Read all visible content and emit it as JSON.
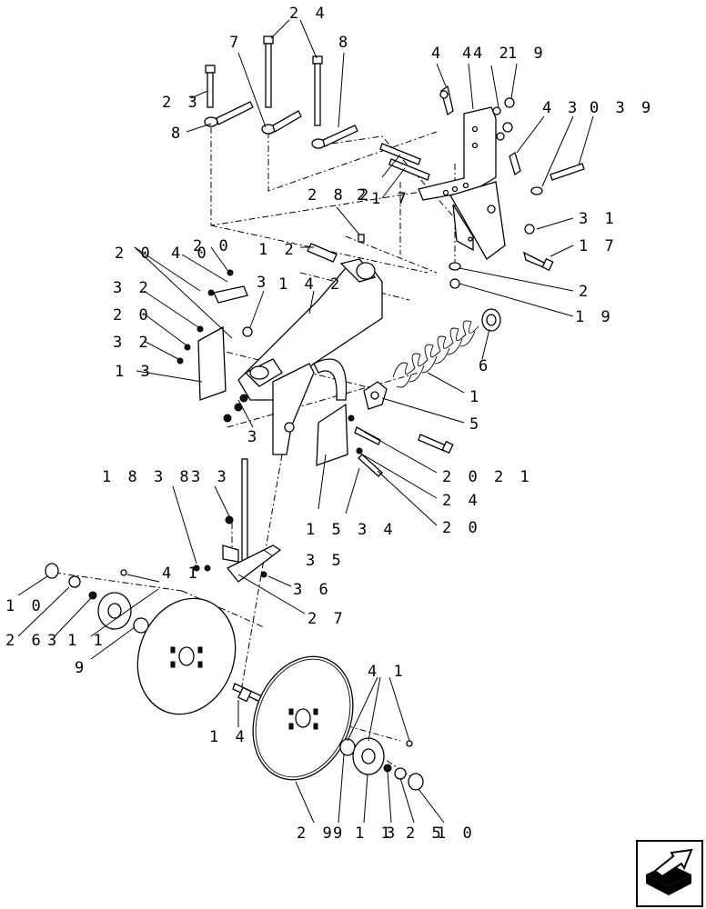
{
  "diagram": {
    "callouts": [
      {
        "id": "c-24-top",
        "text": "2 4"
      },
      {
        "id": "c-7",
        "text": "7"
      },
      {
        "id": "c-8-top",
        "text": "8"
      },
      {
        "id": "c-23",
        "text": "2 3"
      },
      {
        "id": "c-8-left",
        "text": "8"
      },
      {
        "id": "c-4-a",
        "text": "4"
      },
      {
        "id": "c-4-b",
        "text": "4"
      },
      {
        "id": "c-42",
        "text": "4 2"
      },
      {
        "id": "c-19-top",
        "text": "1 9"
      },
      {
        "id": "c-4-c",
        "text": "4"
      },
      {
        "id": "c-3",
        "text": "3"
      },
      {
        "id": "c-039",
        "text": "0 3 9"
      },
      {
        "id": "c-282",
        "text": "2 8 2"
      },
      {
        "id": "c-2-mid",
        "text": "2"
      },
      {
        "id": "c-17-mid",
        "text": "1 7"
      },
      {
        "id": "c-31",
        "text": "3 1"
      },
      {
        "id": "c-17-right",
        "text": "1 7"
      },
      {
        "id": "c-20-a",
        "text": "2 0"
      },
      {
        "id": "c-40",
        "text": "4 0"
      },
      {
        "id": "c-20-b",
        "text": "2 0"
      },
      {
        "id": "c-12",
        "text": "1 2"
      },
      {
        "id": "c-2-right",
        "text": "2"
      },
      {
        "id": "c-19-right",
        "text": "1 9"
      },
      {
        "id": "c-32-a",
        "text": "3 2"
      },
      {
        "id": "c-3-mid",
        "text": "3"
      },
      {
        "id": "c-142",
        "text": "1 4 2"
      },
      {
        "id": "c-20-c",
        "text": "2 0"
      },
      {
        "id": "c-32-b",
        "text": "3 2"
      },
      {
        "id": "c-6",
        "text": "6"
      },
      {
        "id": "c-13",
        "text": "1 3"
      },
      {
        "id": "c-1",
        "text": "1"
      },
      {
        "id": "c-3-low",
        "text": "3"
      },
      {
        "id": "c-5",
        "text": "5"
      },
      {
        "id": "c-2021",
        "text": "2 0 2 1"
      },
      {
        "id": "c-24-mid",
        "text": "2 4"
      },
      {
        "id": "c-20-d",
        "text": "2 0"
      },
      {
        "id": "c-1534",
        "text": "1 5 3 4"
      },
      {
        "id": "c-1838",
        "text": "1 8 3 8"
      },
      {
        "id": "c-33",
        "text": "3 3"
      },
      {
        "id": "c-41-top",
        "text": "4 1"
      },
      {
        "id": "c-35",
        "text": "3 5"
      },
      {
        "id": "c-36",
        "text": "3 6"
      },
      {
        "id": "c-27",
        "text": "2 7"
      },
      {
        "id": "c-10-left",
        "text": "1 0"
      },
      {
        "id": "c-26",
        "text": "2 6"
      },
      {
        "id": "c-3-left",
        "text": "3"
      },
      {
        "id": "c-11-left",
        "text": "1 1"
      },
      {
        "id": "c-9-left",
        "text": "9"
      },
      {
        "id": "c-41-bottom",
        "text": "4 1"
      },
      {
        "id": "c-14",
        "text": "1 4"
      },
      {
        "id": "c-29",
        "text": "2 9"
      },
      {
        "id": "c-9-bottom",
        "text": "9"
      },
      {
        "id": "c-11-bottom",
        "text": "1 1"
      },
      {
        "id": "c-3-bottom",
        "text": "3"
      },
      {
        "id": "c-25",
        "text": "2 5"
      },
      {
        "id": "c-10-bottom",
        "text": "1 0"
      }
    ]
  }
}
